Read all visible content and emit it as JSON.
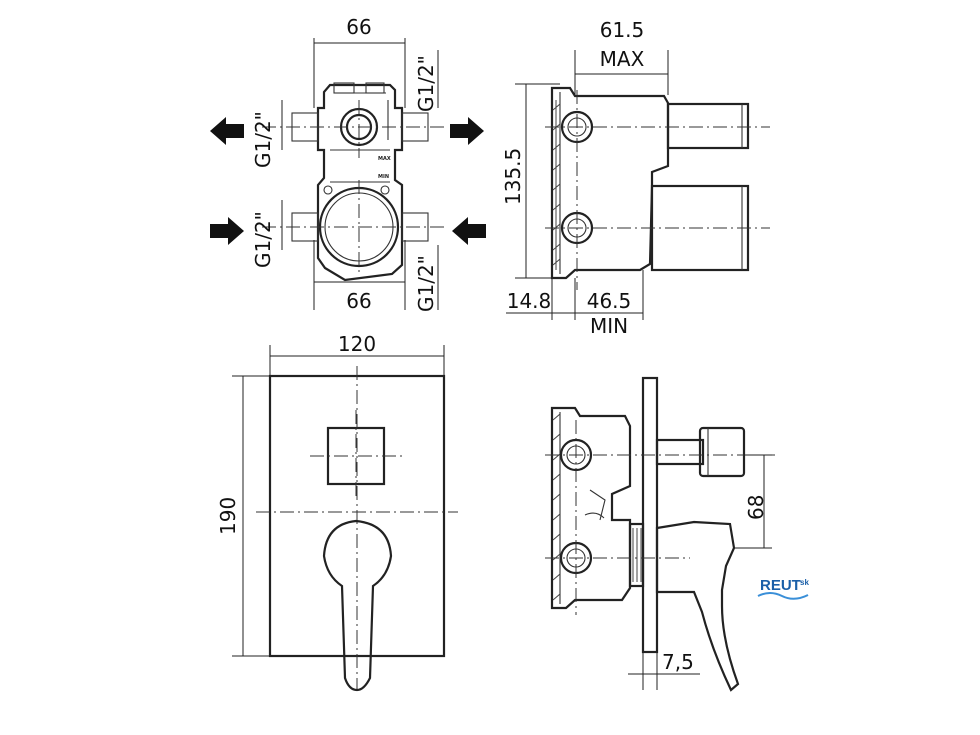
{
  "top_front_view": {
    "dim_top_width": "66",
    "dim_bottom_width": "66",
    "port_left_upper": "G1/2\"",
    "port_left_lower": "G1/2\"",
    "port_right_upper": "G1/2\"",
    "port_right_lower": "G1/2\"",
    "body_marking_1": "MAX",
    "body_marking_2": "MIN"
  },
  "top_side_view": {
    "dim_depth_max_value": "61.5",
    "dim_depth_max_label": "MAX",
    "dim_height": "135.5",
    "dim_offset": "14.8",
    "dim_depth_min_value": "46.5",
    "dim_depth_min_label": "MIN"
  },
  "bottom_front_view": {
    "dim_width": "120",
    "dim_height": "190"
  },
  "bottom_side_view": {
    "dim_handle_offset": "68",
    "dim_plate_thickness": "7,5"
  },
  "logo": {
    "main": "REUT",
    "suffix": "sk"
  },
  "colors": {
    "line": "#222222",
    "logo_blue": "#1a5fa8",
    "logo_wave": "#3a8fd8"
  }
}
